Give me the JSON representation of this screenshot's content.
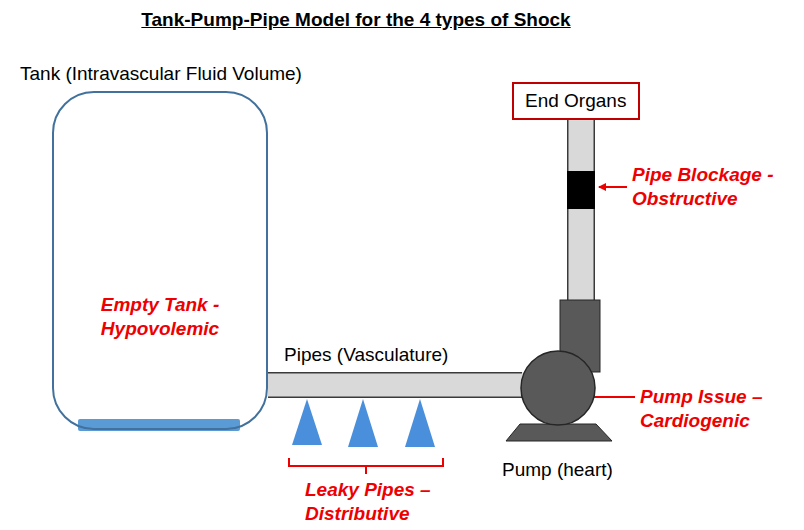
{
  "diagram": {
    "title": "Tank-Pump-Pipe Model for the 4 types of Shock",
    "nodes": [
      {
        "text": [
          "Tank (Intravascular Fluid Volume)",
          "Empty Tank - Hypovolemic"
        ]
      },
      {
        "text": [
          "End Organs"
        ]
      },
      {
        "text": [
          "Pump (heart)"
        ]
      }
    ],
    "edges": [
      {
        "from": 0,
        "to": 2,
        "arrow": "none"
      },
      {
        "from": 2,
        "to": 1,
        "arrow": "none"
      }
    ],
    "labels": [
      "Pipes (Vasculature)",
      "Pipe Blockage - Obstructive",
      "Pump Issue – Cardiogenic",
      "Leaky Pipes – Distributive"
    ]
  }
}
